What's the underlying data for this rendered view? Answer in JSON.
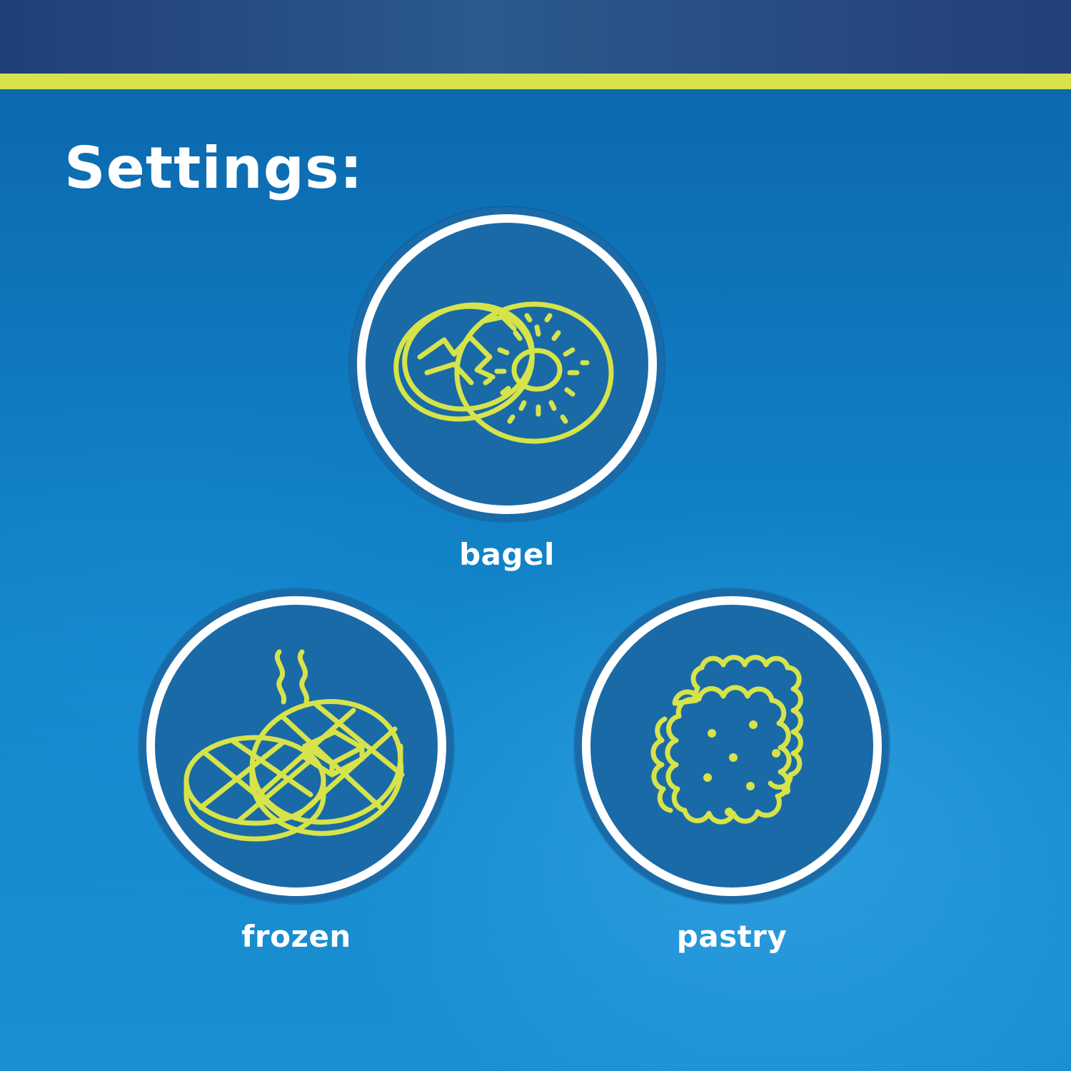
{
  "page": {
    "title": "Settings:",
    "colors": {
      "background": "#1286ca",
      "top_band": "#26497f",
      "accent": "#d6e34a",
      "badge_fill": "#1a6aa8",
      "badge_ring": "#ffffff",
      "text": "#ffffff"
    }
  },
  "settings": [
    {
      "label": "bagel",
      "icon": "bagel-icon"
    },
    {
      "label": "frozen",
      "icon": "frozen-waffle-icon"
    },
    {
      "label": "pastry",
      "icon": "pastry-icon"
    }
  ]
}
